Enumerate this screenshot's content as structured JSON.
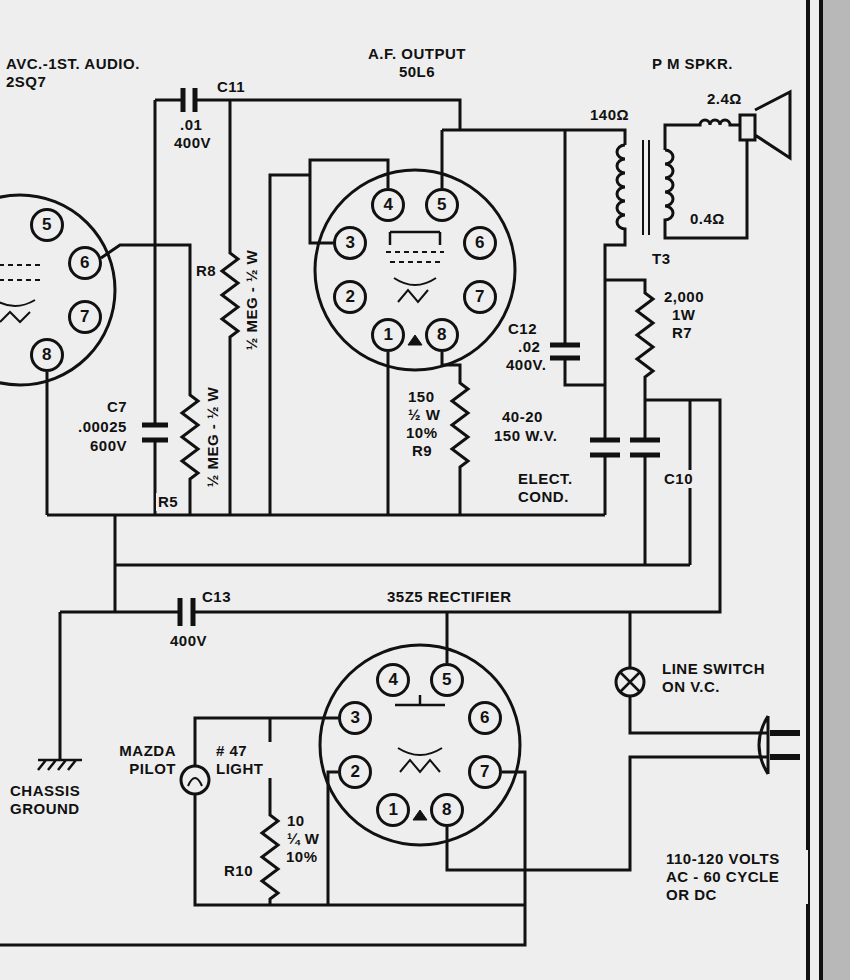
{
  "diagram": {
    "nodes": [
      {
        "text": [
          "AVC.-1ST. AUDIO. 2SQ7"
        ]
      },
      {
        "text": [
          "5"
        ],
        "in": 0
      },
      {
        "text": [
          "6"
        ],
        "in": 0
      },
      {
        "text": [
          "7"
        ],
        "in": 0
      },
      {
        "text": [
          "8"
        ],
        "in": 0
      },
      {
        "text": [
          "A.F. OUTPUT 50L6"
        ]
      },
      {
        "text": [
          "4"
        ],
        "in": 5
      },
      {
        "text": [
          "5"
        ],
        "in": 5
      },
      {
        "text": [
          "3"
        ],
        "in": 5
      },
      {
        "text": [
          "6"
        ],
        "in": 5
      },
      {
        "text": [
          "2"
        ],
        "in": 5
      },
      {
        "text": [
          "7"
        ],
        "in": 5
      },
      {
        "text": [
          "1"
        ],
        "in": 5
      },
      {
        "text": [
          "8"
        ],
        "in": 5
      },
      {
        "text": [
          "35Z5 RECTIFIER"
        ]
      },
      {
        "text": [
          "4"
        ],
        "in": 14
      },
      {
        "text": [
          "5"
        ],
        "in": 14
      },
      {
        "text": [
          "3"
        ],
        "in": 14
      },
      {
        "text": [
          "6"
        ],
        "in": 14
      },
      {
        "text": [
          "2"
        ],
        "in": 14
      },
      {
        "text": [
          "7"
        ],
        "in": 14
      },
      {
        "text": [
          "1"
        ],
        "in": 14
      },
      {
        "text": [
          "8"
        ],
        "in": 14
      }
    ],
    "labels": [
      "C11",
      ".01",
      "400V",
      "P M SPKR.",
      "140Ω",
      "2.4Ω",
      "0.4Ω",
      "T3",
      "R8",
      "½ MEG - ½ W",
      "C7",
      ".00025",
      "600V",
      "R5",
      "½ MEG - ½ W",
      "C12",
      ".02",
      "400V.",
      "150",
      "½ W",
      "10%",
      "R9",
      "2,000",
      "1W",
      "R7",
      "40-20",
      "150 W.V.",
      "ELECT. COND.",
      "C10",
      "C13",
      "400V",
      "LINE SWITCH ON V.C.",
      "CHASSIS GROUND",
      "MAZDA PILOT",
      "# 47 LIGHT",
      "10",
      "¼ W",
      "10%",
      "R10",
      "110-120 VOLTS AC - 60 CYCLE OR DC"
    ]
  }
}
